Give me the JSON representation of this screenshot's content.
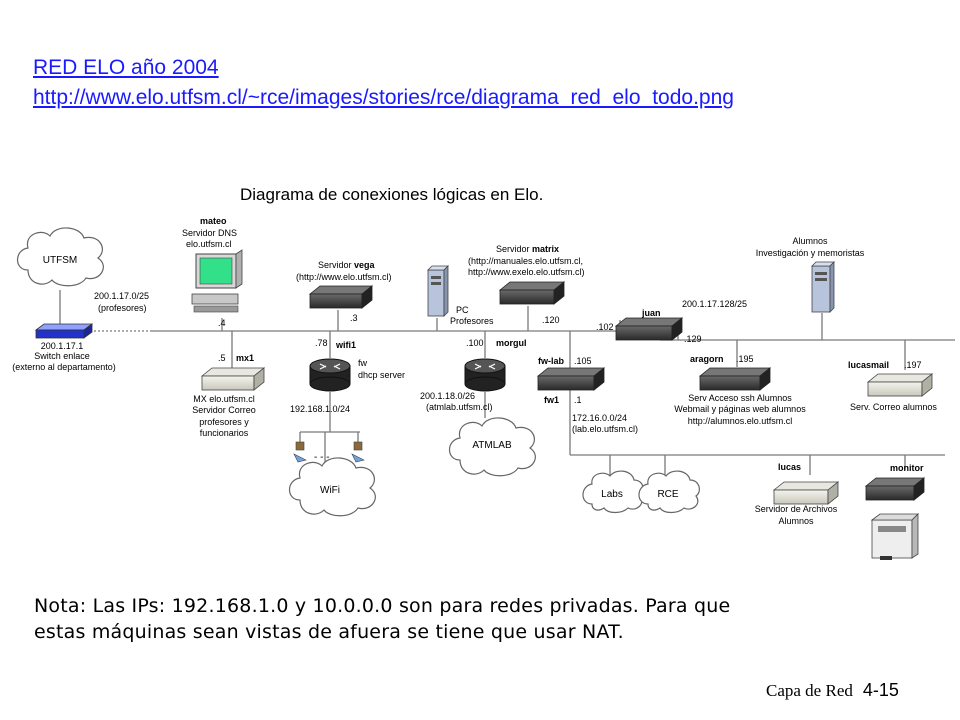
{
  "header": {
    "title_link": "RED ELO año 2004",
    "url_link": "http://www.elo.utfsm.cl/~rce/images/stories/rce/diagrama_red_elo_todo.png"
  },
  "diagram": {
    "title": "Diagrama de conexiones lógicas en Elo.",
    "clouds": {
      "utfsm": "UTFSM",
      "atmlab": "ATMLAB",
      "wifi": "WiFi",
      "labs": "Labs",
      "rce": "RCE"
    },
    "switch": {
      "ip": "200.1.17.1",
      "line1": "Switch enlace",
      "line2": "(externo al departamento)"
    },
    "net_profesores": {
      "line1": "200.1.17.0/25",
      "line2": "(profesores)"
    },
    "mateo": {
      "name": "mateo",
      "line1": "Servidor DNS",
      "line2": "elo.utfsm.cl",
      "ip": ".4"
    },
    "vega": {
      "prefix": "Servidor ",
      "name": "vega",
      "line2": "(http://www.elo.utfsm.cl)",
      "ip": ".3"
    },
    "pc": {
      "line1": "PC",
      "line2": "Profesores"
    },
    "matrix": {
      "prefix": "Servidor ",
      "name": "matrix",
      "line2": "(http://manuales.elo.utfsm.cl,",
      "line3": "http://www.exelo.elo.utfsm.cl)",
      "ip": ".120"
    },
    "alumnos": {
      "line1": "Alumnos",
      "line2": "Investigación y memoristas"
    },
    "juan": {
      "name": "juan",
      "ip_left": ".102",
      "ip_right": ".129",
      "net": "200.1.17.128/25"
    },
    "mx1": {
      "name": "mx1",
      "ip": ".5",
      "line1": "MX elo.utfsm.cl",
      "line2": "Servidor Correo",
      "line3": "profesores y",
      "line4": "funcionarios"
    },
    "wifi1": {
      "name": "wifi1",
      "ip": ".78",
      "line1": "fw",
      "line2": "dhcp server",
      "net": "192.168.1.0/24",
      "dots": "- - -"
    },
    "morgul": {
      "name": "morgul",
      "ip": ".100",
      "net1": "200.1.18.0/26",
      "net2": "(atmlab.utfsm.cl)"
    },
    "fwlab": {
      "name": "fw-lab",
      "ip": ".105",
      "name2": "fw1",
      "ip2": ".1",
      "net1": "172.16.0.0/24",
      "net2": "(lab.elo.utfsm.cl)"
    },
    "aragorn": {
      "name": "aragorn",
      "ip": ".195",
      "line1": "Serv Acceso ssh Alumnos",
      "line2": "Webmail y páginas web alumnos",
      "line3": "http://alumnos.elo.utfsm.cl"
    },
    "lucasmail": {
      "name": "lucasmail",
      "ip": ".197",
      "line1": "Serv. Correo alumnos"
    },
    "lucas": {
      "name": "lucas",
      "line1": "Servidor de Archivos",
      "line2": "Alumnos"
    },
    "monitor": {
      "name": "monitor"
    }
  },
  "note": {
    "line1": "Nota: Las IPs: 192.168.1.0 y 10.0.0.0 son para redes privadas. Para que",
    "line2": "estas máquinas sean vistas de afuera se tiene que usar NAT."
  },
  "footer": {
    "label": "Capa de Red",
    "page": "4-15"
  }
}
